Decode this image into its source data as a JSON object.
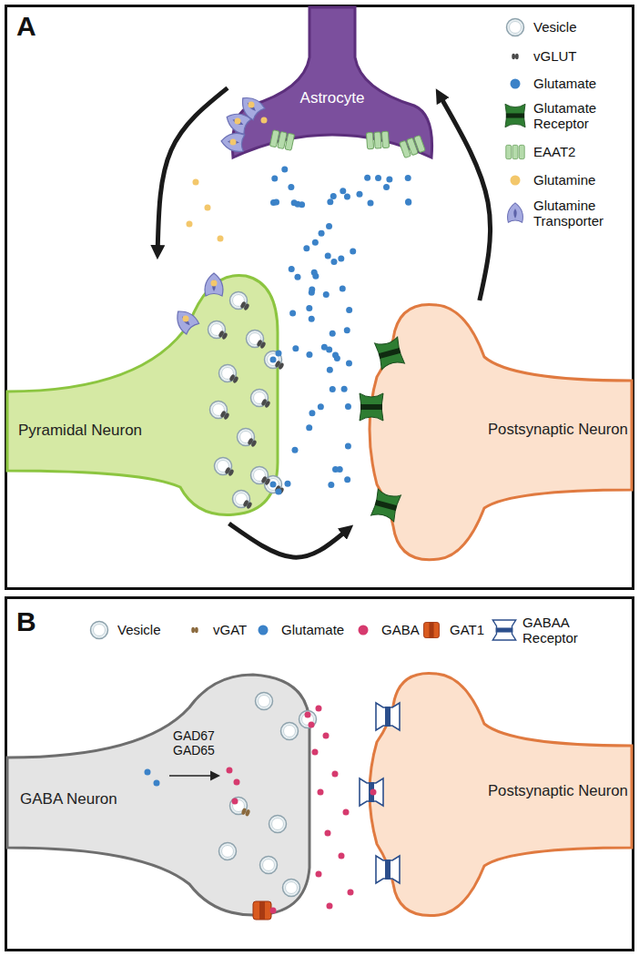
{
  "diagram": {
    "nodes": [
      {
        "text": [
          "A"
        ]
      },
      {
        "text": [
          "Astrocyte"
        ],
        "in": 0
      },
      {
        "text": [
          "Pyramidal Neuron"
        ],
        "in": 0
      },
      {
        "text": [
          "Postsynaptic Neuron"
        ],
        "in": 0
      },
      {
        "text": [
          "B"
        ]
      },
      {
        "text": [
          "GABA Neuron"
        ],
        "in": 4
      },
      {
        "text": [
          "Postsynaptic Neuron"
        ],
        "in": 4
      }
    ],
    "edges": [
      {
        "from": 1,
        "to": 2,
        "arrow": "to"
      },
      {
        "from": 2,
        "to": 3,
        "arrow": "to"
      },
      {
        "from": 3,
        "to": 1,
        "arrow": "to"
      }
    ],
    "labels": [
      "GAD67",
      "GAD65"
    ],
    "legend": [
      {
        "text": "Vesicle"
      },
      {
        "text": "vGLUT"
      },
      {
        "text": "Glutamate",
        "color": "#3b82c8"
      },
      {
        "text": "Glutamate Receptor"
      },
      {
        "text": "EAAT2"
      },
      {
        "text": "Glutamine",
        "color": "#f3c76b"
      },
      {
        "text": "Glutamine Transporter"
      },
      {
        "text": "Vesicle"
      },
      {
        "text": "vGAT"
      },
      {
        "text": "Glutamate",
        "color": "#3b82c8"
      },
      {
        "text": "GABA",
        "color": "#d63a6e"
      },
      {
        "text": "GAT1"
      },
      {
        "text": "GABAA Receptor"
      }
    ]
  }
}
